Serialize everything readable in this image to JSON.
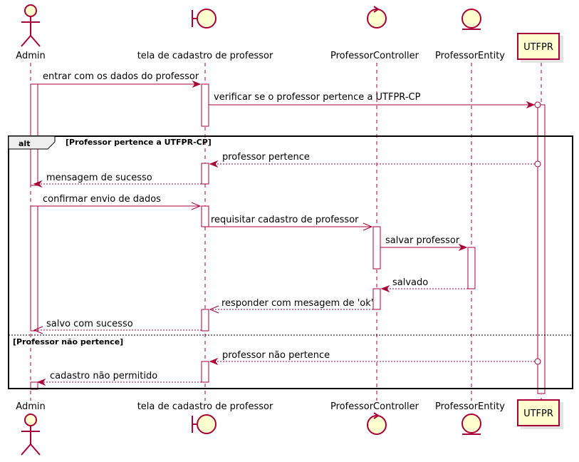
{
  "participants": [
    {
      "id": "admin",
      "label": "Admin",
      "shape": "actor"
    },
    {
      "id": "tela",
      "label": "tela de cadastro de professor",
      "shape": "boundary"
    },
    {
      "id": "controller",
      "label": "ProfessorController",
      "shape": "control"
    },
    {
      "id": "entity",
      "label": "ProfessorEntity",
      "shape": "entity"
    },
    {
      "id": "utfpr",
      "label": "UTFPR",
      "shape": "participant"
    }
  ],
  "messages": [
    {
      "from": "admin",
      "to": "tela",
      "label": "entrar com os dados do professor",
      "style": "solid",
      "head": "filled"
    },
    {
      "from": "tela",
      "to": "utfpr",
      "label": "verificar se o professor pertence a UTFPR-CP",
      "style": "solid",
      "head": "circle"
    },
    {
      "from": "utfpr",
      "to": "tela",
      "label": "professor pertence",
      "style": "dashed",
      "head": "filled"
    },
    {
      "from": "tela",
      "to": "admin",
      "label": "mensagem de sucesso",
      "style": "dashed",
      "head": "filled"
    },
    {
      "from": "admin",
      "to": "tela",
      "label": "confirmar envio de dados",
      "style": "solid",
      "head": "open"
    },
    {
      "from": "tela",
      "to": "controller",
      "label": "requisitar cadastro de professor",
      "style": "solid",
      "head": "open"
    },
    {
      "from": "controller",
      "to": "entity",
      "label": "salvar professor",
      "style": "solid",
      "head": "filled"
    },
    {
      "from": "entity",
      "to": "controller",
      "label": "salvado",
      "style": "dashed",
      "head": "filled"
    },
    {
      "from": "controller",
      "to": "tela",
      "label": "responder com mesagem de 'ok'",
      "style": "dashed",
      "head": "open"
    },
    {
      "from": "tela",
      "to": "admin",
      "label": "salvo com sucesso",
      "style": "dashed",
      "head": "open"
    },
    {
      "from": "utfpr",
      "to": "tela",
      "label": "professor não pertence",
      "style": "dashed",
      "head": "filled"
    },
    {
      "from": "tela",
      "to": "admin",
      "label": "cadastro não permitido",
      "style": "dashed",
      "head": "filled"
    }
  ],
  "fragment": {
    "keyword": "alt",
    "condition": "[Professor pertence a UTFPR-CP]",
    "else_condition": "[Professor não pertence]"
  },
  "colors": {
    "line": "#A80036",
    "participant_fill": "#FEFECE",
    "frame": "#000000"
  }
}
